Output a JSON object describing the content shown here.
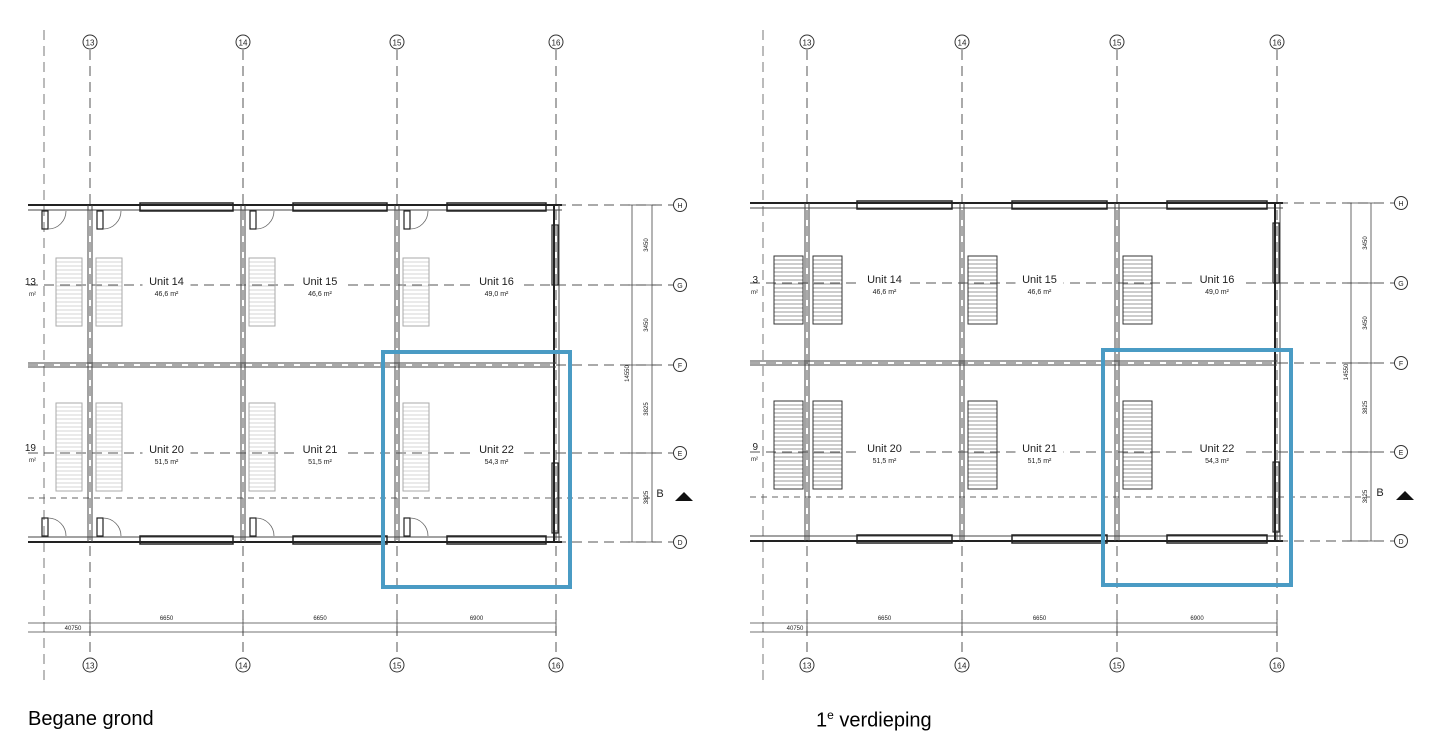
{
  "plans": [
    {
      "caption": "Begane grond",
      "grid_top": [
        "13",
        "14",
        "15",
        "16"
      ],
      "grid_bottom": [
        "13",
        "14",
        "15",
        "16"
      ],
      "grid_right": [
        "H",
        "G",
        "F",
        "E",
        "D"
      ],
      "units": [
        {
          "name": "Unit 14",
          "area": "46,6 m²"
        },
        {
          "name": "Unit 15",
          "area": "46,6 m²"
        },
        {
          "name": "Unit 16",
          "area": "49,0 m²"
        },
        {
          "name": "Unit 20",
          "area": "51,5 m²"
        },
        {
          "name": "Unit 21",
          "area": "51,5 m²"
        },
        {
          "name": "Unit 22",
          "area": "54,3 m²"
        }
      ],
      "partial_labels": [
        "13",
        "m²",
        "19",
        "m²"
      ],
      "dims_horizontal": [
        "6650",
        "6650",
        "6900"
      ],
      "dim_total": "40750",
      "dims_vertical": [
        "3450",
        "3450",
        "3825",
        "3825"
      ],
      "dim_vertical_total": "14550",
      "section_label": "B",
      "highlight_color": "#4a9bc4"
    },
    {
      "caption_main": "1",
      "caption_sup": "e",
      "caption_rest": " verdieping",
      "grid_top": [
        "13",
        "14",
        "15",
        "16"
      ],
      "grid_bottom": [
        "13",
        "14",
        "15",
        "16"
      ],
      "grid_right": [
        "H",
        "G",
        "F",
        "E",
        "D"
      ],
      "units": [
        {
          "name": "Unit 14",
          "area": "46,6 m²"
        },
        {
          "name": "Unit 15",
          "area": "46,6 m²"
        },
        {
          "name": "Unit 16",
          "area": "49,0 m²"
        },
        {
          "name": "Unit 20",
          "area": "51,5 m²"
        },
        {
          "name": "Unit 21",
          "area": "51,5 m²"
        },
        {
          "name": "Unit 22",
          "area": "54,3 m²"
        }
      ],
      "partial_labels": [
        "3",
        "m²",
        "9",
        "m²"
      ],
      "dims_horizontal": [
        "6650",
        "6650",
        "6900"
      ],
      "dim_total": "40750",
      "dims_vertical": [
        "3450",
        "3450",
        "3825",
        "3825"
      ],
      "dim_vertical_total": "14550",
      "section_label": "B",
      "highlight_color": "#4a9bc4"
    }
  ]
}
